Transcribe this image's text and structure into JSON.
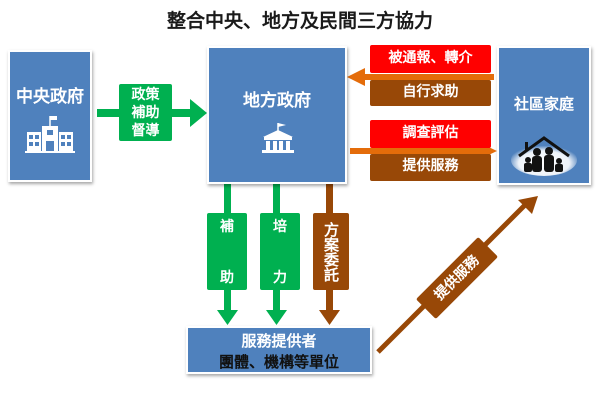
{
  "title": "整合中央、地方及民間三方協力",
  "colors": {
    "box_blue": "#4f81bd",
    "green": "#00b050",
    "red": "#ff0000",
    "brown": "#984807",
    "orange_arrow": "#e46c0a"
  },
  "nodes": {
    "central": {
      "label": "中央政府",
      "icon": "government-building-icon"
    },
    "local": {
      "label": "地方政府",
      "icon": "courthouse-icon"
    },
    "community": {
      "label": "社區家庭",
      "icon": "family-house-icon"
    },
    "provider": {
      "line1": "服務提供者",
      "line2": "團體、機構等單位"
    }
  },
  "edges": {
    "central_to_local": {
      "line1": "政策",
      "line2": "補助",
      "line3": "督導"
    },
    "community_to_local": {
      "top": "被通報、轉介",
      "bottom": "自行求助"
    },
    "local_to_community": {
      "top": "調查評估",
      "bottom": "提供服務"
    },
    "local_to_provider": [
      {
        "top": "補",
        "bottom": "助"
      },
      {
        "top": "培",
        "bottom": "力"
      },
      {
        "text": "方案委託"
      }
    ],
    "provider_to_community": {
      "label": "提供服務"
    }
  }
}
